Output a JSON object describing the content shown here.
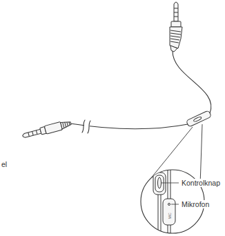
{
  "diagram": {
    "labels": [
      "Kontrolknap",
      "Mikrofon",
      "MIC",
      "el"
    ]
  }
}
